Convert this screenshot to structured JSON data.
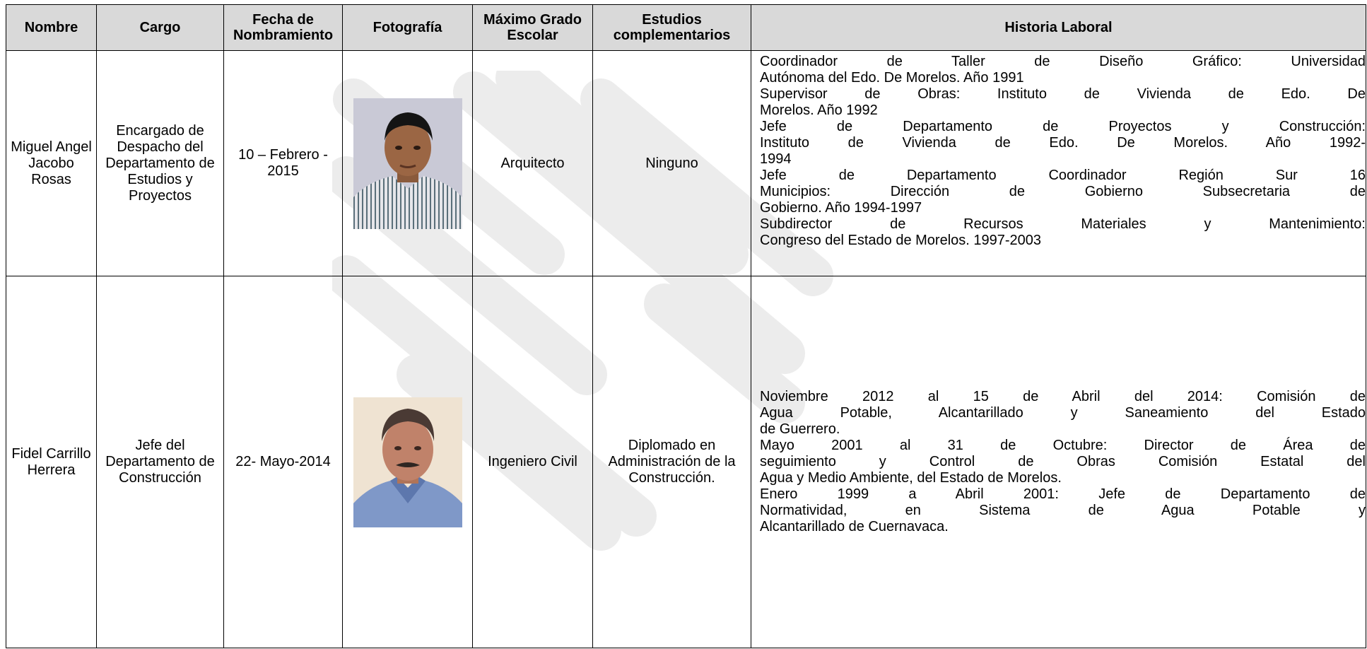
{
  "headers": [
    "Nombre",
    "Cargo",
    "Fecha de Nombramiento",
    "Fotografía",
    "Máximo Grado Escolar",
    "Estudios complementarios",
    "Historia Laboral"
  ],
  "rows": [
    {
      "nombre": "Miguel Angel Jacobo Rosas",
      "cargo": "Encargado de Despacho del Departamento de Estudios y Proyectos",
      "fecha": "10 – Febrero - 2015",
      "grado": "Arquitecto",
      "estudios": "Ninguno",
      "historia": [
        "Coordinador de Taller de Diseño Gráfico: Universidad",
        "Autónoma del Edo. De Morelos. Año 1991",
        "Supervisor de Obras: Instituto de Vivienda de Edo. De",
        "Morelos. Año 1992",
        "Jefe de Departamento de Proyectos y Construcción:",
        "Instituto de Vivienda de Edo. De Morelos. Año 1992-",
        "1994",
        "Jefe de Departamento Coordinador Región Sur 16",
        "Municipios: Dirección de Gobierno Subsecretaria de",
        "Gobierno. Año 1994-1997",
        "Subdirector de Recursos Materiales y Mantenimiento:",
        "Congreso del Estado de Morelos. 1997-2003"
      ]
    },
    {
      "nombre": "Fidel Carrillo Herrera",
      "cargo": "Jefe del Departamento de Construcción",
      "fecha": "22- Mayo-2014",
      "grado": "Ingeniero Civil",
      "estudios": "Diplomado en Administración de la Construcción.",
      "historia": [
        "Noviembre 2012 al 15 de Abril del 2014: Comisión de",
        "Agua Potable, Alcantarillado y Saneamiento del Estado",
        "de Guerrero.",
        "Mayo 2001 al 31 de Octubre: Director de Área de",
        "seguimiento y Control de Obras Comisión Estatal del",
        "Agua y Medio Ambiente, del Estado de Morelos.",
        "Enero 1999 a Abril 2001: Jefe de Departamento de",
        "Normatividad, en Sistema de Agua Potable y",
        "Alcantarillado de Cuernavaca."
      ]
    }
  ]
}
